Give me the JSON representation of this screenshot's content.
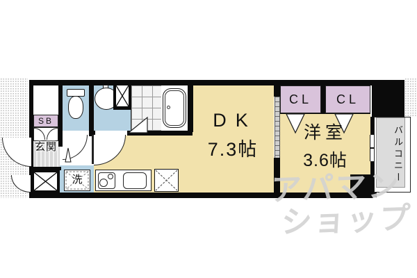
{
  "floorplan": {
    "rooms": {
      "dining_kitchen": {
        "name": "DK",
        "size": "7.3帖"
      },
      "western_room": {
        "name": "洋室",
        "size": "3.6帖"
      },
      "closet_left": {
        "label": "CL"
      },
      "closet_right": {
        "label": "CL"
      },
      "shoe_box": {
        "label": "SB"
      },
      "entrance": {
        "label": "玄関"
      },
      "laundry": {
        "label": "洗"
      },
      "balcony": {
        "label": "バルコニー"
      }
    },
    "watermark": {
      "line1": "アパマン",
      "line2": "ショップ"
    },
    "colors": {
      "floor_cream": "#F2E2AC",
      "wet_area_blue": "#B5D2E3",
      "closet_lavender": "#D9C3DB",
      "balcony_gray": "#DCDCDC",
      "wall_black": "#0B0B0B",
      "watermark_gray": "#D1D1D1"
    }
  }
}
